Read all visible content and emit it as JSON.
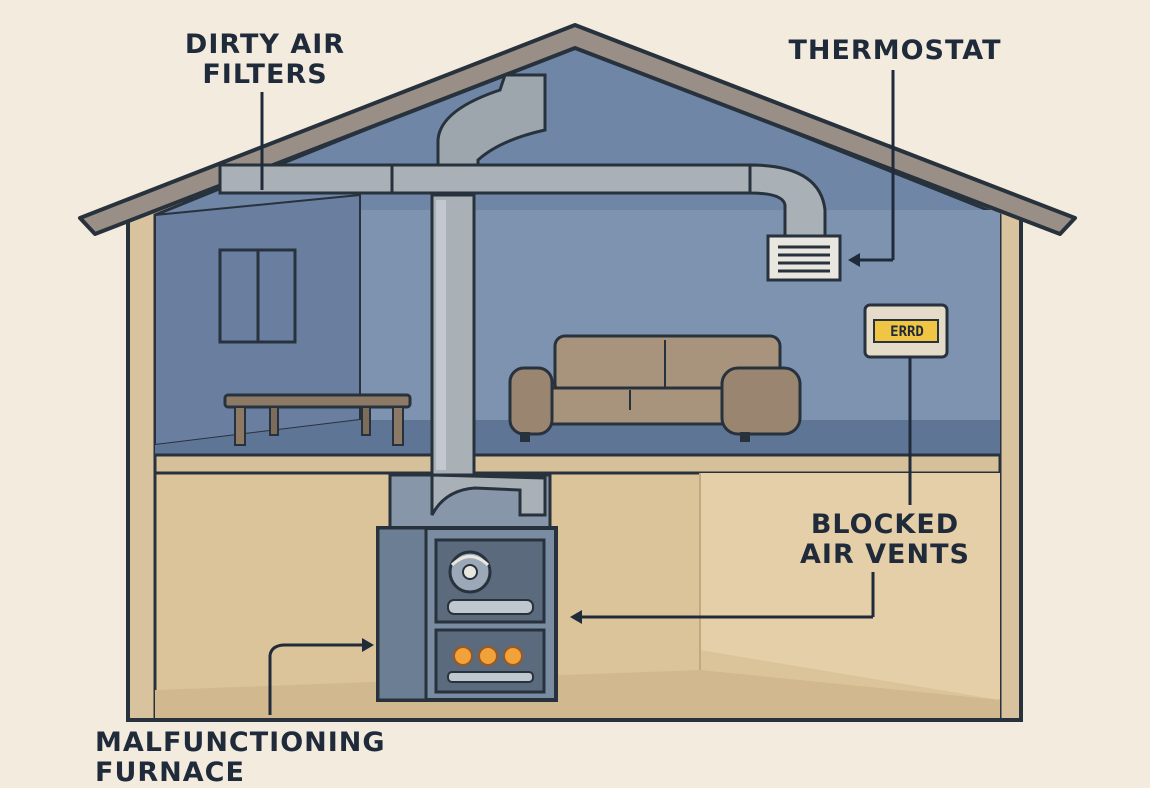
{
  "labels": {
    "dirty_filters": [
      "DIRTY AIR",
      "FILTERS"
    ],
    "thermostat": "THERMOSTAT",
    "blocked_vents": [
      "BLOCKED",
      "AIR VENTS"
    ],
    "furnace": [
      "MALFUNCTIONING",
      "FURNACE"
    ]
  },
  "thermostat_display": "ERRD",
  "colors": {
    "background": "#f3ebdd",
    "roof": "#9a8f86",
    "wall_blue": "#6f86a6",
    "basement": "#dcc49a",
    "duct": "#a9b0b6",
    "outline": "#27323d",
    "flame": "#f1a23a"
  }
}
